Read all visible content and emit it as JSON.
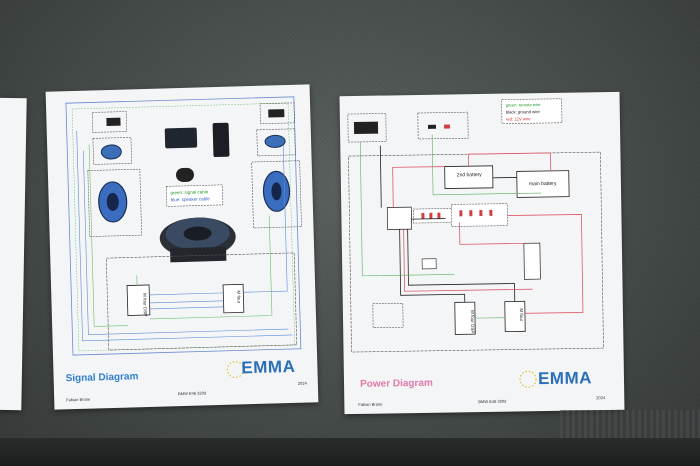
{
  "sheet_signal": {
    "title": "Signal Diagram",
    "brand": "EMMA",
    "author": "Fabian Brüne",
    "car": "BMW E46 320d",
    "year": "2024",
    "legend_line1": "green: signal cable",
    "legend_line2": "blue: speaker cable",
    "box_dsp": "M four DSP",
    "box_amp": "M four"
  },
  "sheet_power": {
    "title": "Power Diagram",
    "brand": "EMMA",
    "author": "Fabian Brüne",
    "car": "BMW E46 320d",
    "year": "2024",
    "legend_line1": "green: remote wire",
    "legend_line2": "black: ground wire",
    "legend_line3": "red: 12V wire",
    "battery2": "2nd battery",
    "main_battery": "main battery",
    "box_dsp": "M four DSP",
    "box_amp": "M four"
  },
  "colors": {
    "signal_title": "#2f7fd0",
    "power_title": "#e07aa8",
    "brand": "#2a6fb8"
  }
}
